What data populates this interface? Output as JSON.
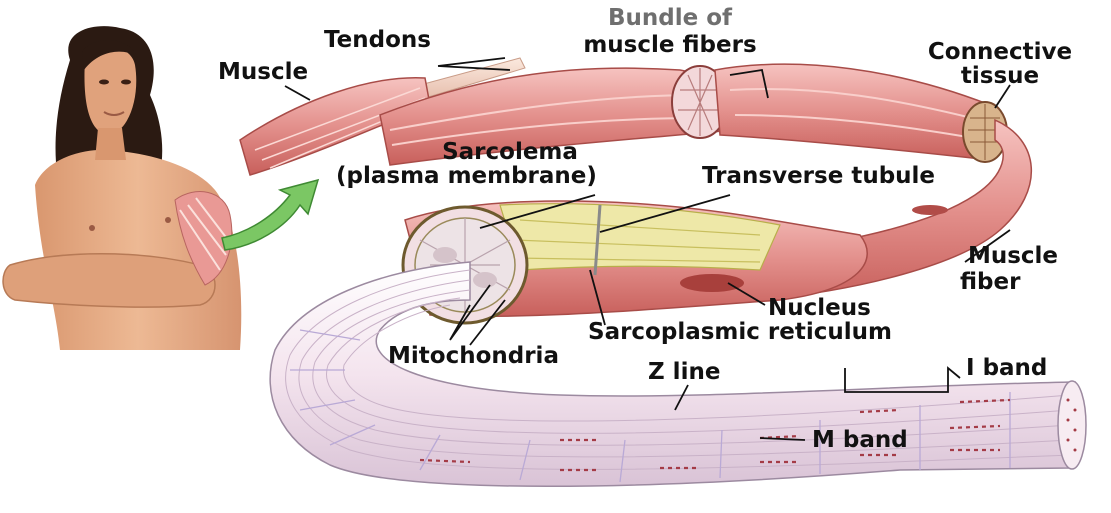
{
  "labels": {
    "tendons": "Tendons",
    "muscle": "Muscle",
    "bundle_line1": "Bundle of",
    "bundle_line2": "muscle fibers",
    "connective_line1": "Connective",
    "connective_line2": "tissue",
    "sarcolema_line1": "Sarcolema",
    "sarcolema_line2": "(plasma membrane)",
    "transverse_tubule": "Transverse tubule",
    "muscle_fiber_line1": "Muscle",
    "muscle_fiber_line2": "fiber",
    "nucleus": "Nucleus",
    "sarcoplasmic_reticulum": "Sarcoplasmic reticulum",
    "mitochondria": "Mitochondria",
    "z_line": "Z line",
    "i_band": "I band",
    "m_band": "M band"
  },
  "colors": {
    "muscle_pink": "#e59a98",
    "muscle_dark": "#c9625f",
    "skin": "#e8b08a",
    "hair": "#2b1a12",
    "myofibril": "#f4e6ee",
    "reticulum": "#eee8a8",
    "arrow_green": "#6fbf5a"
  }
}
